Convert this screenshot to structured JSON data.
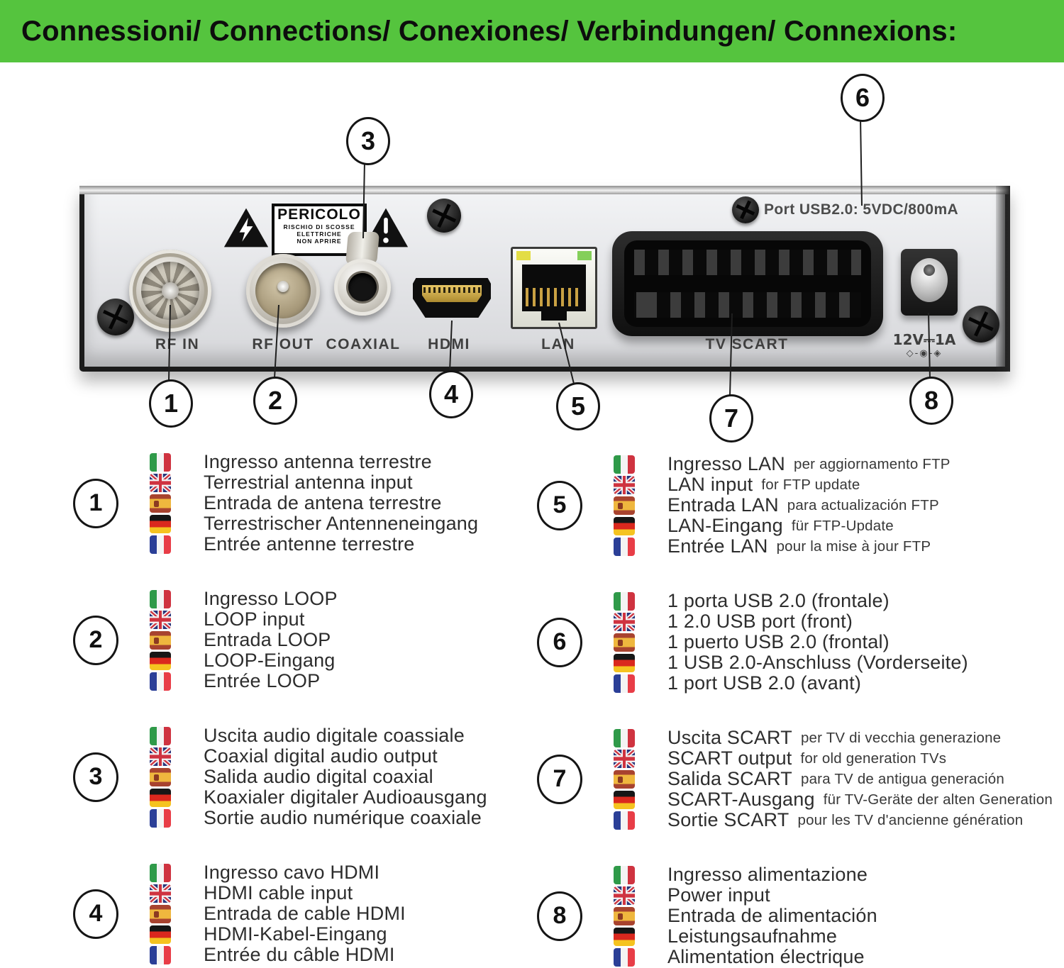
{
  "header": {
    "title": "Connessioni/ Connections/ Conexiones/ Verbindungen/ Connexions:",
    "bg_color": "#55c43e",
    "text_color": "#0d0d0d"
  },
  "device": {
    "warning_label": {
      "title": "PERICOLO",
      "lines": [
        "RISCHIO DI SCOSSE",
        "ELETTRICHE",
        "NON APRIRE"
      ]
    },
    "usb_note": "Port USB2.0: 5VDC/800mA",
    "power_rating": "12V⎓1A",
    "polarity_symbol": "◇-◉-◈",
    "port_labels": {
      "rf_in": "RF IN",
      "rf_out": "RF OUT",
      "coaxial": "COAXIAL",
      "hdmi": "HDMI",
      "lan": "LAN",
      "tv_scart": "TV SCART"
    }
  },
  "callouts": [
    "1",
    "2",
    "3",
    "4",
    "5",
    "6",
    "7",
    "8"
  ],
  "legend": {
    "items": [
      {
        "number": "1",
        "lines": [
          {
            "flag": "it",
            "text": "Ingresso antenna terrestre",
            "note": ""
          },
          {
            "flag": "uk",
            "text": "Terrestrial antenna input",
            "note": ""
          },
          {
            "flag": "es",
            "text": "Entrada de antena terrestre",
            "note": ""
          },
          {
            "flag": "de",
            "text": "Terrestrischer Antenneneingang",
            "note": ""
          },
          {
            "flag": "fr",
            "text": "Entrée antenne terrestre",
            "note": ""
          }
        ]
      },
      {
        "number": "2",
        "lines": [
          {
            "flag": "it",
            "text": "Ingresso LOOP",
            "note": ""
          },
          {
            "flag": "uk",
            "text": "LOOP input",
            "note": ""
          },
          {
            "flag": "es",
            "text": "Entrada LOOP",
            "note": ""
          },
          {
            "flag": "de",
            "text": "LOOP-Eingang",
            "note": ""
          },
          {
            "flag": "fr",
            "text": "Entrée LOOP",
            "note": ""
          }
        ]
      },
      {
        "number": "3",
        "lines": [
          {
            "flag": "it",
            "text": "Uscita audio digitale coassiale",
            "note": ""
          },
          {
            "flag": "uk",
            "text": "Coaxial digital audio output",
            "note": ""
          },
          {
            "flag": "es",
            "text": "Salida audio digital coaxial",
            "note": ""
          },
          {
            "flag": "de",
            "text": "Koaxialer digitaler Audioausgang",
            "note": ""
          },
          {
            "flag": "fr",
            "text": "Sortie audio numérique coaxiale",
            "note": ""
          }
        ]
      },
      {
        "number": "4",
        "lines": [
          {
            "flag": "it",
            "text": "Ingresso cavo HDMI",
            "note": ""
          },
          {
            "flag": "uk",
            "text": "HDMI cable input",
            "note": ""
          },
          {
            "flag": "es",
            "text": "Entrada de cable HDMI",
            "note": ""
          },
          {
            "flag": "de",
            "text": "HDMI-Kabel-Eingang",
            "note": ""
          },
          {
            "flag": "fr",
            "text": "Entrée du câble HDMI",
            "note": ""
          }
        ]
      },
      {
        "number": "5",
        "lines": [
          {
            "flag": "it",
            "text": "Ingresso LAN",
            "note": "per aggiornamento FTP"
          },
          {
            "flag": "uk",
            "text": "LAN input",
            "note": "for FTP update"
          },
          {
            "flag": "es",
            "text": "Entrada LAN",
            "note": "para actualización FTP"
          },
          {
            "flag": "de",
            "text": "LAN-Eingang",
            "note": "für FTP-Update"
          },
          {
            "flag": "fr",
            "text": "Entrée LAN",
            "note": "pour la mise à jour FTP"
          }
        ]
      },
      {
        "number": "6",
        "lines": [
          {
            "flag": "it",
            "text": "1 porta USB 2.0 (frontale)",
            "note": ""
          },
          {
            "flag": "uk",
            "text": "1 2.0 USB port (front)",
            "note": ""
          },
          {
            "flag": "es",
            "text": "1 puerto USB 2.0 (frontal)",
            "note": ""
          },
          {
            "flag": "de",
            "text": "1 USB 2.0-Anschluss (Vorderseite)",
            "note": ""
          },
          {
            "flag": "fr",
            "text": "1 port USB 2.0 (avant)",
            "note": ""
          }
        ]
      },
      {
        "number": "7",
        "lines": [
          {
            "flag": "it",
            "text": "Uscita SCART",
            "note": "per TV di vecchia generazione"
          },
          {
            "flag": "uk",
            "text": "SCART output",
            "note": "for old generation TVs"
          },
          {
            "flag": "es",
            "text": "Salida SCART",
            "note": "para TV de antigua generación"
          },
          {
            "flag": "de",
            "text": "SCART-Ausgang",
            "note": "für TV-Geräte der alten Generation"
          },
          {
            "flag": "fr",
            "text": "Sortie SCART",
            "note": "pour les TV d'ancienne génération"
          }
        ]
      },
      {
        "number": "8",
        "lines": [
          {
            "flag": "it",
            "text": "Ingresso alimentazione",
            "note": ""
          },
          {
            "flag": "uk",
            "text": "Power input",
            "note": ""
          },
          {
            "flag": "es",
            "text": "Entrada de alimentación",
            "note": ""
          },
          {
            "flag": "de",
            "text": "Leistungsaufnahme",
            "note": ""
          },
          {
            "flag": "fr",
            "text": "Alimentation électrique",
            "note": ""
          }
        ]
      }
    ]
  }
}
